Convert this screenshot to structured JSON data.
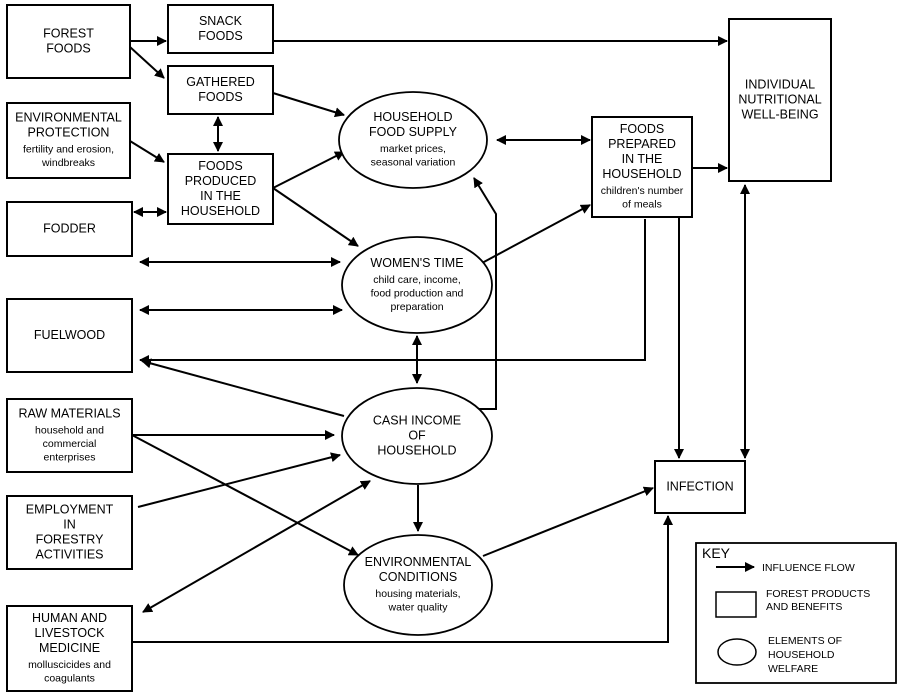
{
  "diagram": {
    "nodes": {
      "forest_foods": {
        "shape": "rect",
        "lines": [
          "FOREST",
          "FOODS"
        ],
        "sub": []
      },
      "snack_foods": {
        "shape": "rect",
        "lines": [
          "SNACK",
          "FOODS"
        ],
        "sub": []
      },
      "gathered_foods": {
        "shape": "rect",
        "lines": [
          "GATHERED",
          "FOODS"
        ],
        "sub": []
      },
      "environmental_protection": {
        "shape": "rect",
        "lines": [
          "ENVIRONMENTAL",
          "PROTECTION"
        ],
        "sub": [
          "fertility and erosion,",
          "windbreaks"
        ]
      },
      "foods_produced": {
        "shape": "rect",
        "lines": [
          "FOODS",
          "PRODUCED",
          "IN THE",
          "HOUSEHOLD"
        ],
        "sub": []
      },
      "fodder": {
        "shape": "rect",
        "lines": [
          "FODDER"
        ],
        "sub": []
      },
      "fuelwood": {
        "shape": "rect",
        "lines": [
          "FUELWOOD"
        ],
        "sub": []
      },
      "raw_materials": {
        "shape": "rect",
        "lines": [
          "RAW MATERIALS"
        ],
        "sub": [
          "household and",
          "commercial",
          "enterprises"
        ]
      },
      "employment": {
        "shape": "rect",
        "lines": [
          "EMPLOYMENT",
          "IN",
          "FORESTRY",
          "ACTIVITIES"
        ],
        "sub": []
      },
      "medicine": {
        "shape": "rect",
        "lines": [
          "HUMAN AND",
          "LIVESTOCK",
          "MEDICINE"
        ],
        "sub": [
          "molluscicides and",
          "coagulants"
        ]
      },
      "household_food_supply": {
        "shape": "ellipse",
        "lines": [
          "HOUSEHOLD",
          "FOOD SUPPLY"
        ],
        "sub": [
          "market prices,",
          "seasonal variation"
        ]
      },
      "womens_time": {
        "shape": "ellipse",
        "lines": [
          "WOMEN'S TIME"
        ],
        "sub": [
          "child care, income,",
          "food production and",
          "preparation"
        ]
      },
      "cash_income": {
        "shape": "ellipse",
        "lines": [
          "CASH INCOME",
          "OF",
          "HOUSEHOLD"
        ],
        "sub": []
      },
      "environmental_conditions": {
        "shape": "ellipse",
        "lines": [
          "ENVIRONMENTAL",
          "CONDITIONS"
        ],
        "sub": [
          "housing materials,",
          "water quality"
        ]
      },
      "foods_prepared": {
        "shape": "rect",
        "lines": [
          "FOODS",
          "PREPARED",
          "IN THE",
          "HOUSEHOLD"
        ],
        "sub": [
          "children's number",
          "of meals"
        ]
      },
      "nutritional_wellbeing": {
        "shape": "rect",
        "lines": [
          "INDIVIDUAL",
          "NUTRITIONAL",
          "WELL-BEING"
        ],
        "sub": []
      },
      "infection": {
        "shape": "rect",
        "lines": [
          "INFECTION"
        ],
        "sub": []
      }
    },
    "edges": [
      {
        "from": "forest_foods",
        "to": "snack_foods",
        "direction": "forward"
      },
      {
        "from": "forest_foods",
        "to": "gathered_foods",
        "direction": "forward"
      },
      {
        "from": "snack_foods",
        "to": "nutritional_wellbeing",
        "direction": "forward"
      },
      {
        "from": "gathered_foods",
        "to": "household_food_supply",
        "direction": "forward"
      },
      {
        "from": "gathered_foods",
        "to": "foods_produced",
        "direction": "both"
      },
      {
        "from": "environmental_protection",
        "to": "foods_produced",
        "direction": "forward"
      },
      {
        "from": "foods_produced",
        "to": "household_food_supply",
        "direction": "forward"
      },
      {
        "from": "foods_produced",
        "to": "womens_time",
        "direction": "forward"
      },
      {
        "from": "fodder",
        "to": "foods_produced",
        "direction": "both"
      },
      {
        "from": "fodder",
        "to": "womens_time",
        "direction": "both"
      },
      {
        "from": "fuelwood",
        "to": "womens_time",
        "direction": "both"
      },
      {
        "from": "foods_prepared",
        "to": "fuelwood",
        "direction": "forward"
      },
      {
        "from": "cash_income",
        "to": "fuelwood",
        "direction": "forward"
      },
      {
        "from": "household_food_supply",
        "to": "foods_prepared",
        "direction": "both"
      },
      {
        "from": "womens_time",
        "to": "foods_prepared",
        "direction": "forward"
      },
      {
        "from": "cash_income",
        "to": "household_food_supply",
        "direction": "forward"
      },
      {
        "from": "womens_time",
        "to": "cash_income",
        "direction": "both"
      },
      {
        "from": "foods_prepared",
        "to": "nutritional_wellbeing",
        "direction": "forward"
      },
      {
        "from": "foods_prepared",
        "to": "infection",
        "direction": "forward"
      },
      {
        "from": "nutritional_wellbeing",
        "to": "infection",
        "direction": "both"
      },
      {
        "from": "raw_materials",
        "to": "cash_income",
        "direction": "forward"
      },
      {
        "from": "raw_materials",
        "to": "environmental_conditions",
        "direction": "forward"
      },
      {
        "from": "employment",
        "to": "cash_income",
        "direction": "forward"
      },
      {
        "from": "medicine",
        "to": "cash_income",
        "direction": "both"
      },
      {
        "from": "cash_income",
        "to": "environmental_conditions",
        "direction": "forward"
      },
      {
        "from": "environmental_conditions",
        "to": "infection",
        "direction": "forward"
      },
      {
        "from": "medicine",
        "to": "infection",
        "direction": "forward"
      }
    ]
  },
  "key": {
    "title": "KEY",
    "items": [
      {
        "symbol": "arrow",
        "label": [
          "INFLUENCE FLOW"
        ]
      },
      {
        "symbol": "rect",
        "label": [
          "FOREST PRODUCTS",
          "AND BENEFITS"
        ]
      },
      {
        "symbol": "ellipse",
        "label": [
          "ELEMENTS OF",
          "HOUSEHOLD",
          "WELFARE"
        ]
      }
    ]
  }
}
